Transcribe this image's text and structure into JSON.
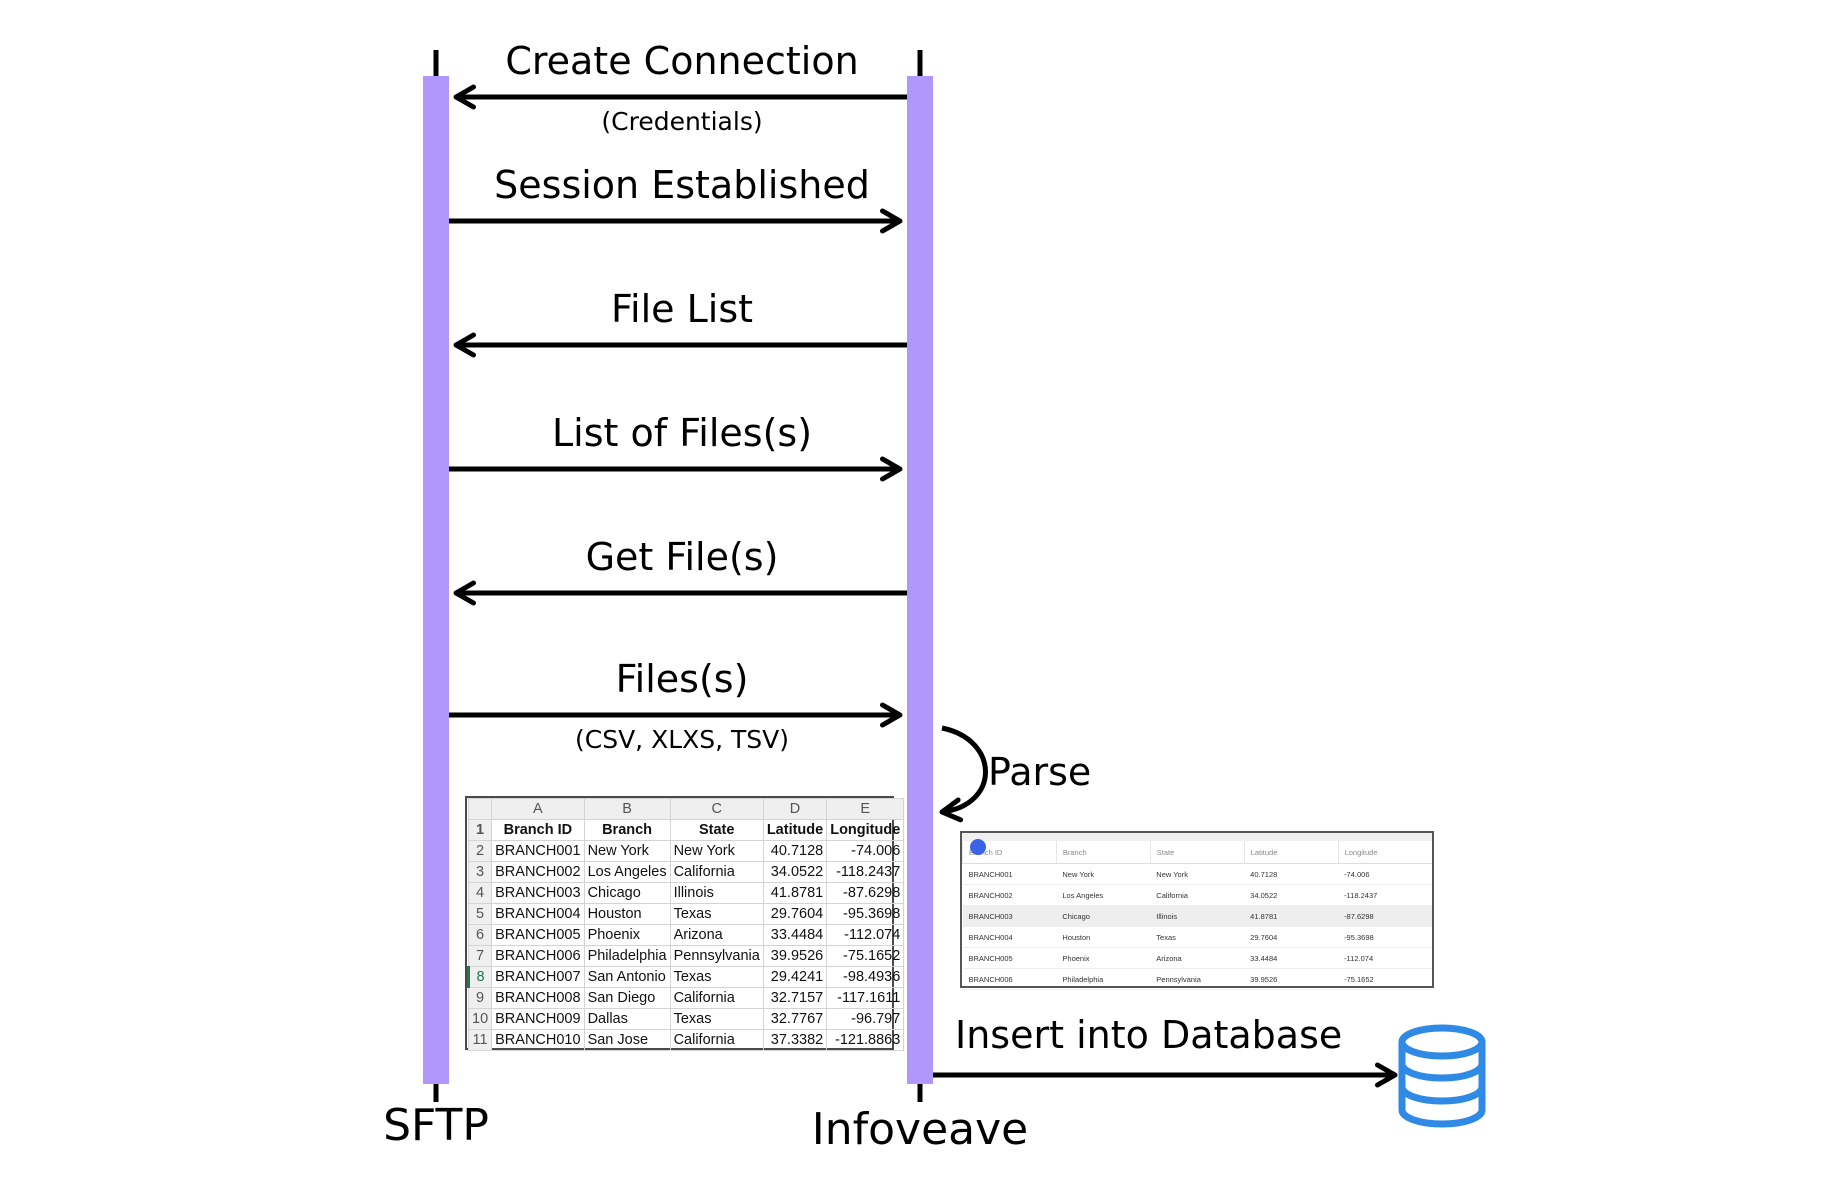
{
  "actors": {
    "sftp": "SFTP",
    "infoveave": "Infoveave"
  },
  "messages": [
    {
      "label": "Create Connection",
      "sub": "(Credentials)",
      "direction": "left"
    },
    {
      "label": "Session Established",
      "sub": "",
      "direction": "right"
    },
    {
      "label": "File List",
      "sub": "",
      "direction": "left"
    },
    {
      "label": "List of Files(s)",
      "sub": "",
      "direction": "right"
    },
    {
      "label": "Get File(s)",
      "sub": "",
      "direction": "left"
    },
    {
      "label": "Files(s)",
      "sub": "(CSV, XLXS, TSV)",
      "direction": "right"
    }
  ],
  "parse_label": "Parse",
  "insert_label": "Insert into Database",
  "colors": {
    "lifeline": "#b197fc",
    "arrow": "#000000",
    "database": "#2f8ae6"
  },
  "icons": {
    "database": "database-icon",
    "parse": "curved-arrow-icon"
  },
  "spreadsheet": {
    "column_letters": [
      "A",
      "B",
      "C",
      "D",
      "E"
    ],
    "headers": [
      "Branch ID",
      "Branch",
      "State",
      "Latitude",
      "Longitude"
    ],
    "rows": [
      [
        "BRANCH001",
        "New York",
        "New York",
        "40.7128",
        "-74.006"
      ],
      [
        "BRANCH002",
        "Los Angeles",
        "California",
        "34.0522",
        "-118.2437"
      ],
      [
        "BRANCH003",
        "Chicago",
        "Illinois",
        "41.8781",
        "-87.6298"
      ],
      [
        "BRANCH004",
        "Houston",
        "Texas",
        "29.7604",
        "-95.3698"
      ],
      [
        "BRANCH005",
        "Phoenix",
        "Arizona",
        "33.4484",
        "-112.074"
      ],
      [
        "BRANCH006",
        "Philadelphia",
        "Pennsylvania",
        "39.9526",
        "-75.1652"
      ],
      [
        "BRANCH007",
        "San Antonio",
        "Texas",
        "29.4241",
        "-98.4936"
      ],
      [
        "BRANCH008",
        "San Diego",
        "California",
        "32.7157",
        "-117.1611"
      ],
      [
        "BRANCH009",
        "Dallas",
        "Texas",
        "32.7767",
        "-96.797"
      ],
      [
        "BRANCH010",
        "San Jose",
        "California",
        "37.3382",
        "-121.8863"
      ]
    ]
  },
  "db_grid": {
    "headers": [
      "Branch ID",
      "Branch",
      "State",
      "Latitude",
      "Longitude"
    ],
    "rows": [
      [
        "BRANCH001",
        "New York",
        "New York",
        "40.7128",
        "-74.006"
      ],
      [
        "BRANCH002",
        "Los Angeles",
        "California",
        "34.0522",
        "-118.2437"
      ],
      [
        "BRANCH003",
        "Chicago",
        "Illinois",
        "41.8781",
        "-87.6298"
      ],
      [
        "BRANCH004",
        "Houston",
        "Texas",
        "29.7604",
        "-95.3698"
      ],
      [
        "BRANCH005",
        "Phoenix",
        "Arizona",
        "33.4484",
        "-112.074"
      ],
      [
        "BRANCH006",
        "Philadelphia",
        "Pennsylvania",
        "39.9526",
        "-75.1652"
      ]
    ],
    "highlighted_row": 2
  }
}
